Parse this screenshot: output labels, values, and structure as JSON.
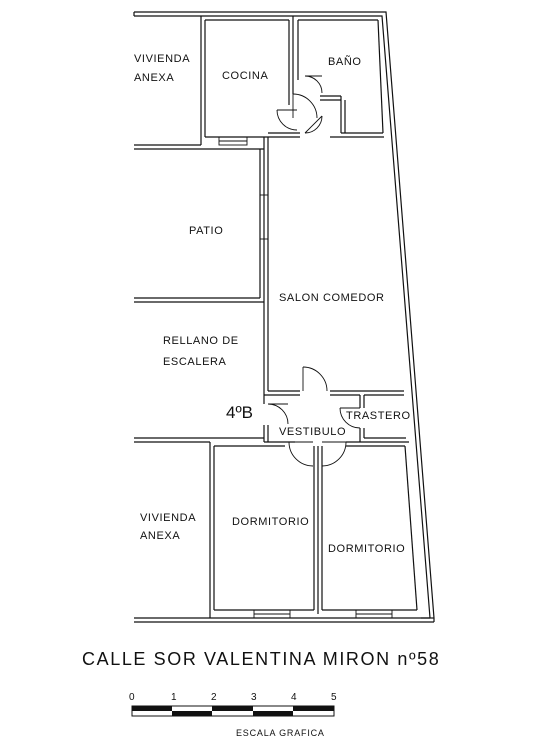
{
  "rooms": {
    "vivienda_anexa_top_l1": "VIVIENDA",
    "vivienda_anexa_top_l2": "ANEXA",
    "cocina": "COCINA",
    "bano": "BAÑO",
    "patio": "PATIO",
    "salon_comedor": "SALON COMEDOR",
    "rellano_l1": "RELLANO DE",
    "rellano_l2": "ESCALERA",
    "trastero": "TRASTERO",
    "vestibulo": "VESTIBULO",
    "vivienda_anexa_bottom_l1": "VIVIENDA",
    "vivienda_anexa_bottom_l2": "ANEXA",
    "dormitorio_left": "DORMITORIO",
    "dormitorio_right": "DORMITORIO"
  },
  "unit_label": "4ºB",
  "street_title": "CALLE SOR VALENTINA MIRON nº58",
  "scale": {
    "ticks": [
      "0",
      "1",
      "2",
      "3",
      "4",
      "5"
    ],
    "label": "ESCALA GRAFICA"
  }
}
